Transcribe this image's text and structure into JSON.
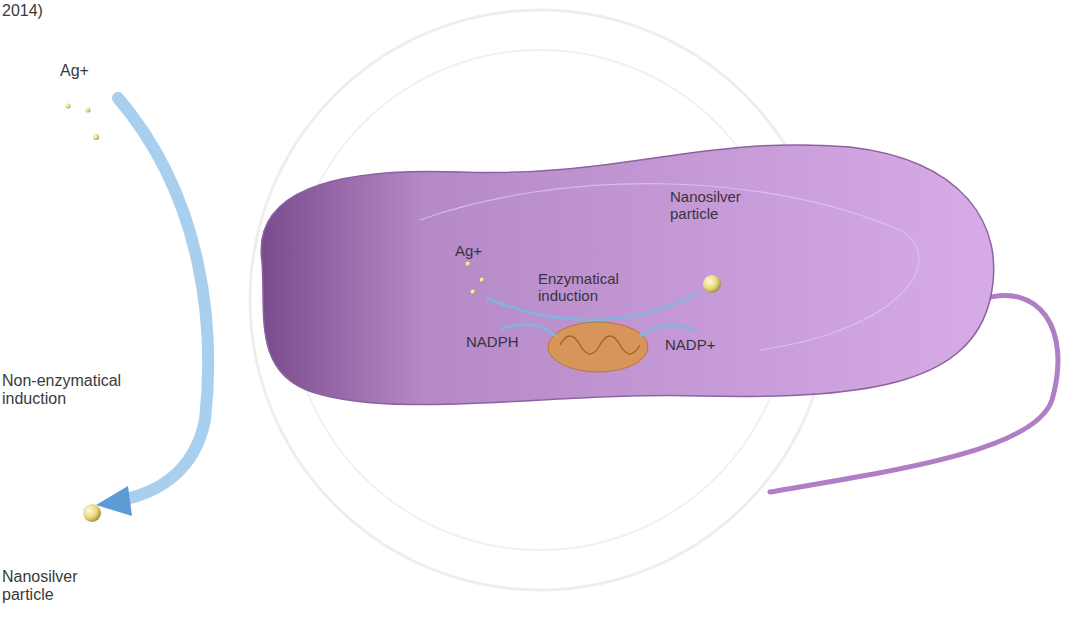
{
  "diagram": {
    "nodes": [
      {
        "text": [
          "Ag+",
          "Enzymatical induction",
          "Nanosilver particle",
          "NADPH",
          "NADP+"
        ]
      }
    ],
    "labels": [
      "2014)",
      "Ag+",
      "Non-enzymatical induction",
      "Nanosilver particle"
    ]
  }
}
